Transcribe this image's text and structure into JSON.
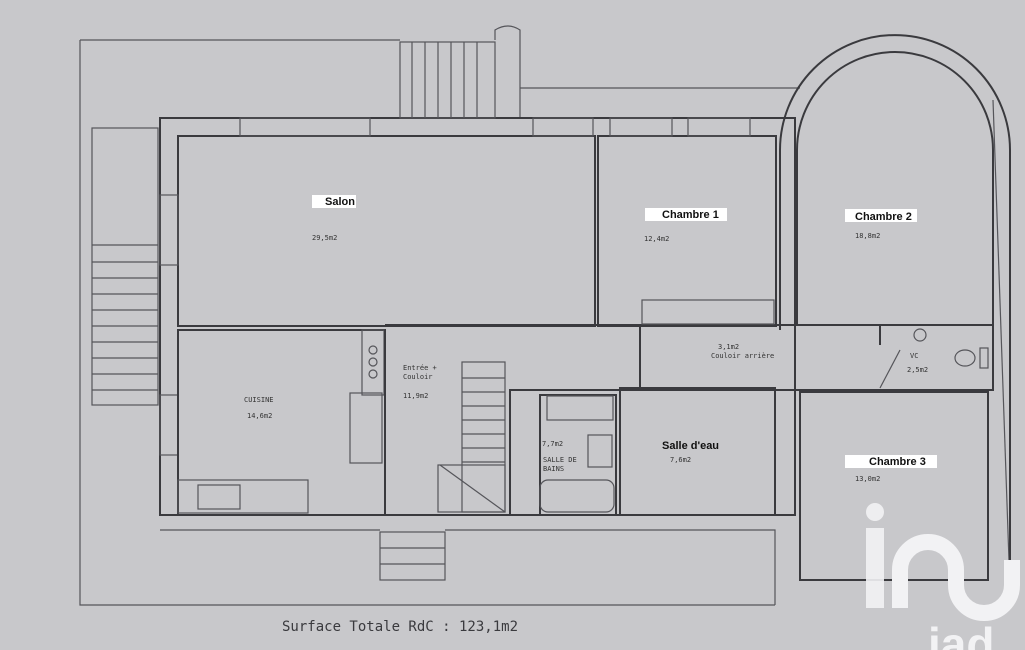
{
  "rooms": {
    "salon": {
      "name": "Salon",
      "area": "29,5m2"
    },
    "chambre1": {
      "name": "Chambre 1",
      "area": "12,4m2"
    },
    "chambre2": {
      "name": "Chambre 2",
      "area": "18,8m2"
    },
    "cuisine": {
      "name": "CUISINE",
      "area": "14,6m2"
    },
    "entree": {
      "name_line1": "Entrée +",
      "name_line2": "Couloir",
      "area": "11,9m2"
    },
    "salle_bains": {
      "area": "7,7m2",
      "name_line1": "SALLE DE",
      "name_line2": "BAINS"
    },
    "salle_eau": {
      "name": "Salle d'eau",
      "area": "7,6m2"
    },
    "couloir_arriere": {
      "area": "3,1m2",
      "name": "Couloir arrière"
    },
    "vc": {
      "name": "VC",
      "area": "2,5m2"
    },
    "chambre3": {
      "name": "Chambre 3",
      "area": "13,0m2"
    }
  },
  "total_surface": "Surface Totale RdC : 123,1m2",
  "logo": {
    "text": "iad"
  }
}
